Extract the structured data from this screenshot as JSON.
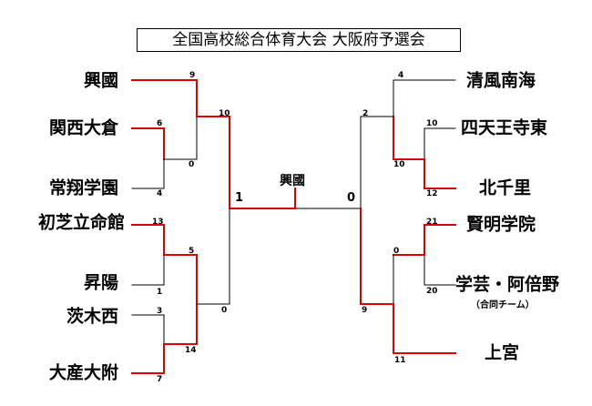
{
  "title": "全国高校総合体育大会 大阪府予選会",
  "colors": {
    "winner": "#e00000",
    "loser": "#000000"
  },
  "champion": "興國",
  "left_teams": [
    "興國",
    "関西大倉",
    "常翔学園",
    "初芝立命館",
    "昇陽",
    "茨木西",
    "大産大附"
  ],
  "right_teams": [
    "清風南海",
    "四天王寺東",
    "北千里",
    "賢明学院",
    "学芸・阿倍野",
    "上宮"
  ],
  "right_note": "（合同チーム）",
  "scores": {
    "l_kokoku": "9",
    "l_kansai": "6",
    "l_josho": "4",
    "l_r1_top": "0",
    "l_sf_top": "10",
    "l_hatsushiba": "13",
    "l_shoyo": "1",
    "l_r1_mid": "5",
    "l_ibaraki": "3",
    "l_sandai": "7",
    "l_r1_bot": "14",
    "l_sf_bot": "0",
    "r_seifu": "4",
    "r_shitenno": "10",
    "r_kitasenri": "12",
    "r_r1_top": "10",
    "r_sf_top": "2",
    "r_kenmei": "21",
    "r_gakugei": "20",
    "r_r1_mid": "0",
    "r_uemiya": "11",
    "r_sf_bot": "9",
    "final_left": "1",
    "final_right": "0"
  }
}
